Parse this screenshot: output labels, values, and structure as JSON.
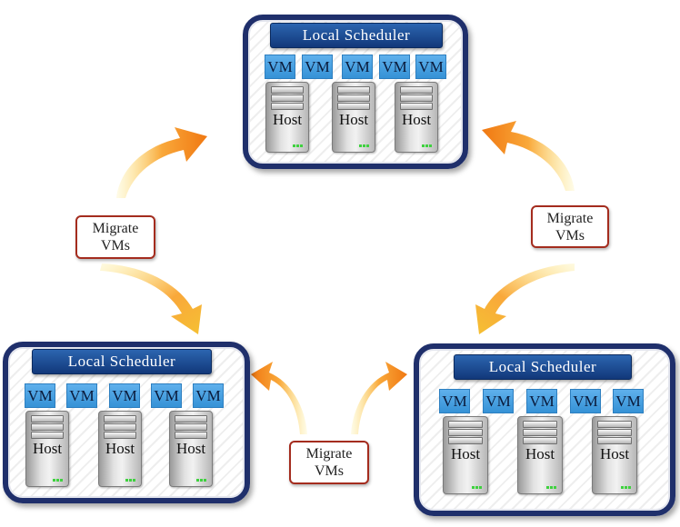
{
  "clusters": [
    {
      "scheduler_label": "Local Scheduler",
      "vm_label": "VM",
      "host_label": "Host"
    },
    {
      "scheduler_label": "Local Scheduler",
      "vm_label": "VM",
      "host_label": "Host"
    },
    {
      "scheduler_label": "Local Scheduler",
      "vm_label": "VM",
      "host_label": "Host"
    }
  ],
  "migrate_labels": [
    "Migrate\nVMs",
    "Migrate\nVMs",
    "Migrate\nVMs"
  ],
  "colors": {
    "cluster_border": "#1f2f6b",
    "scheduler_bg": "#1a4a94",
    "vm_bg": "#3d9be0",
    "migrate_border": "#a42c1e",
    "arrow_light": "#fde56a",
    "arrow_dark": "#f07812"
  }
}
